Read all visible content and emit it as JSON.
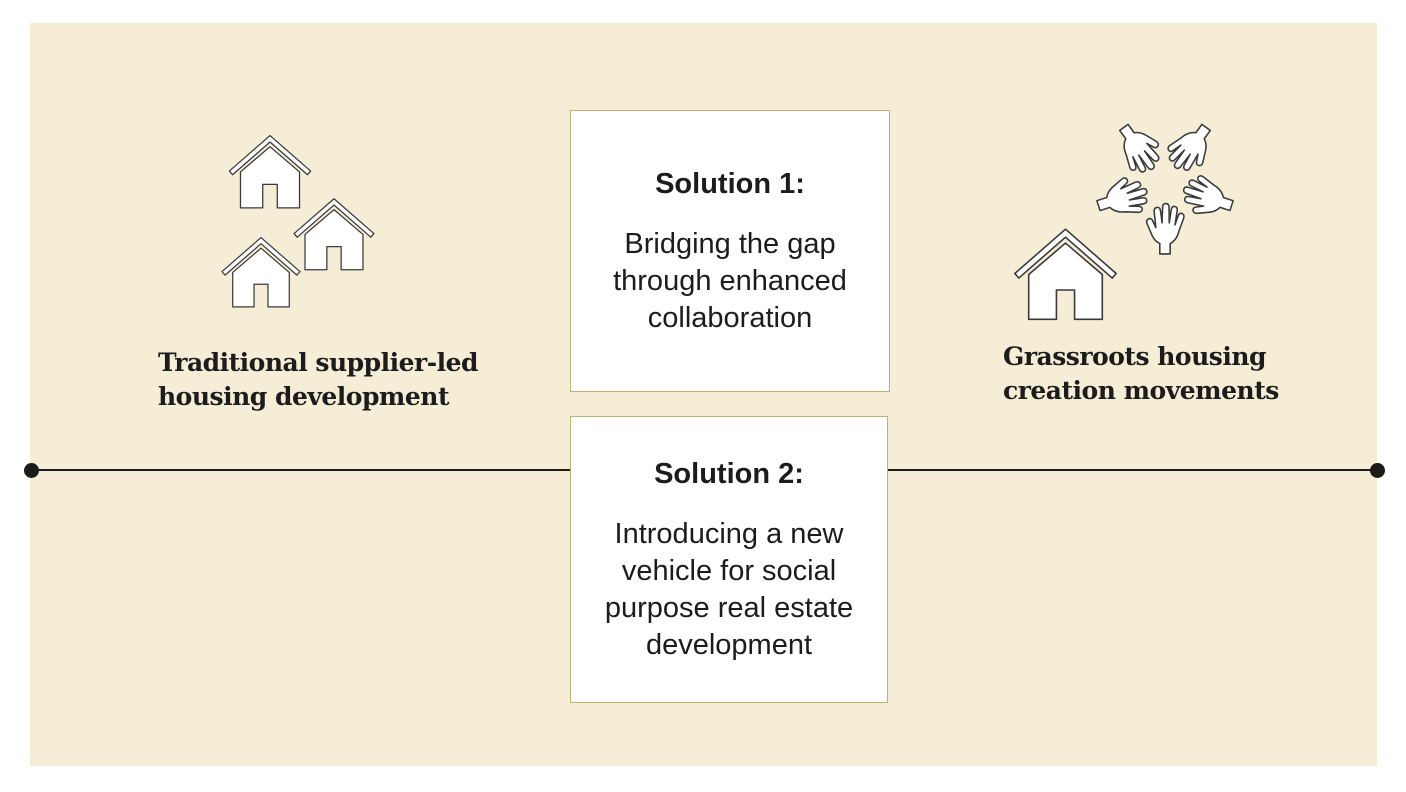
{
  "palette": {
    "page_background": "#ffffff",
    "panel_background": "#f6edd7",
    "card_background": "#ffffff",
    "card_border": "#bfb173",
    "line_color": "#1b1b1b",
    "text_color": "#1c1c1c"
  },
  "left_group": {
    "icon": "house-icon cluster (3 outlined houses)",
    "caption_line1": "Traditional supplier-led",
    "caption_line2": "housing development"
  },
  "right_group": {
    "icons": [
      "hands-teamwork-circle-icon (5 hands)",
      "house-icon"
    ],
    "caption_line1": "Grassroots housing",
    "caption_line2": "creation movements"
  },
  "solutions": [
    {
      "title": "Solution 1:",
      "body": "Bridging the gap through enhanced collaboration"
    },
    {
      "title": "Solution 2:",
      "body": "Introducing a new vehicle for social purpose real estate development"
    }
  ]
}
